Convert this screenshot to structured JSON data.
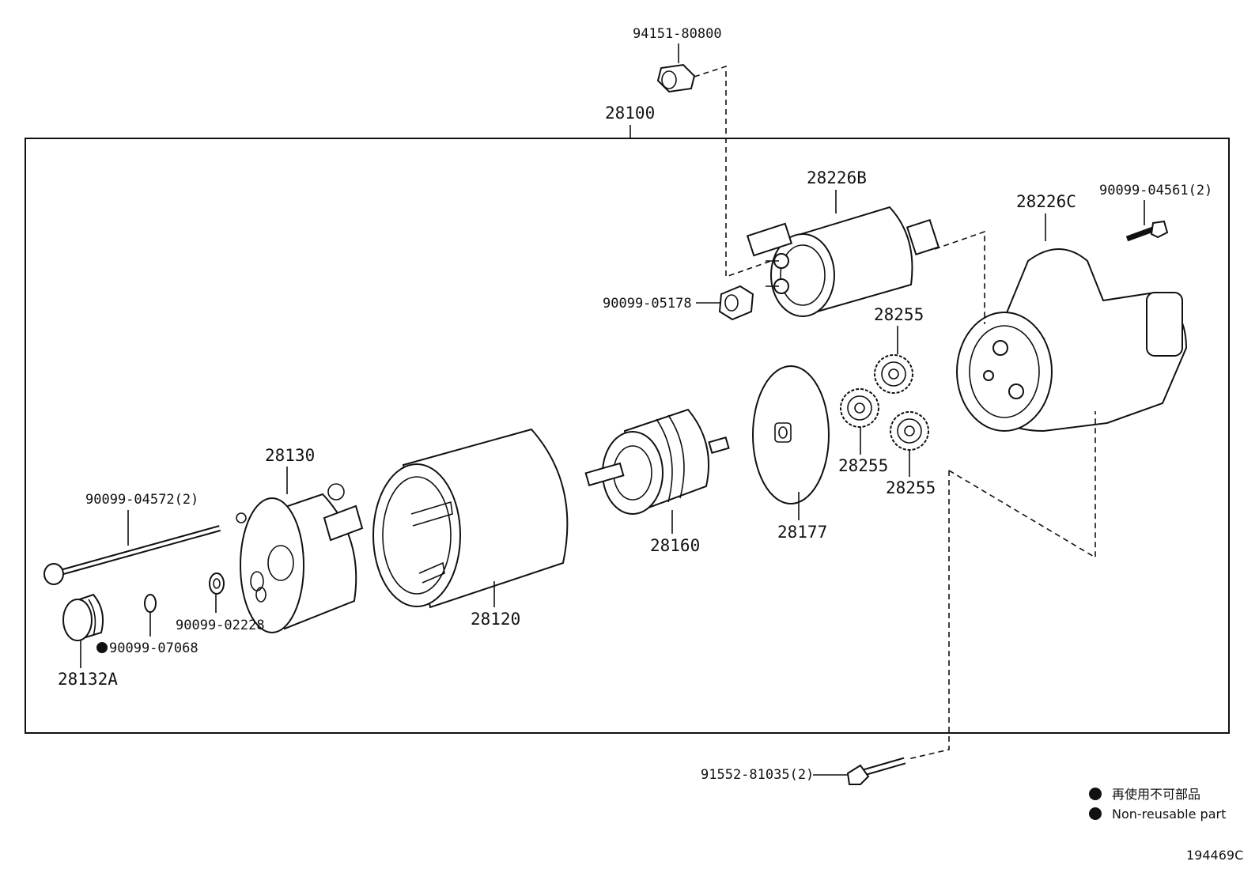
{
  "assembly": {
    "number": "28100"
  },
  "labels": {
    "nut_top": "94151-80800",
    "solenoid_switch": "28226B",
    "drive_housing": "28226C",
    "housing_bolt": "90099-04561(2)",
    "terminal_nut": "90099-05178",
    "idler_gear_top": "28255",
    "idler_gear_mid": "28255",
    "idler_gear_right": "28255",
    "planetary_plate": "28177",
    "armature": "28160",
    "yoke": "28120",
    "brush_holder": "28130",
    "through_bolt": "90099-04572(2)",
    "washer": "90099-02228",
    "snap_ring": "90099-07068",
    "end_cap": "28132A",
    "mount_bolt": "91552-81035(2)"
  },
  "legend": {
    "line1": "再使用不可部品",
    "line2": "Non-reusable part",
    "marker_color": "#111111"
  },
  "figure_code": "194469C"
}
